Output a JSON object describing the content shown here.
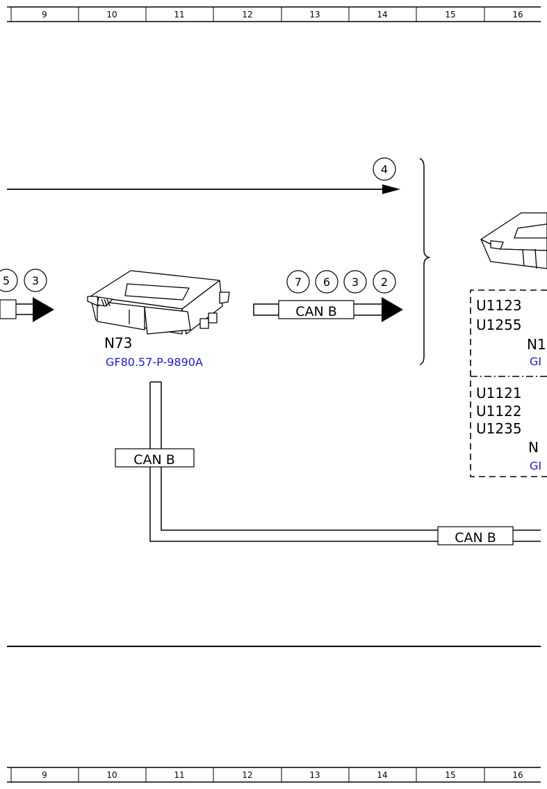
{
  "ruler": {
    "labels": [
      "9",
      "10",
      "11",
      "12",
      "13",
      "14",
      "15",
      "16"
    ]
  },
  "diagram": {
    "top_arrow_badge": "4",
    "left_badges": [
      "5",
      "3"
    ],
    "module_n73": {
      "name": "N73",
      "reference": "GF80.57-P-9890A"
    },
    "right_badges": [
      "7",
      "6",
      "3",
      "2"
    ],
    "can_label_horizontal": "CAN B",
    "can_label_vertical": "CAN B",
    "can_label_bottom": "CAN B",
    "fault_codes_top": [
      "U1123",
      "U1255"
    ],
    "fault_codes_bottom": [
      "U1121",
      "U1122",
      "U1235"
    ],
    "cut_label_1": "N1",
    "cut_ref_1": "GI",
    "cut_label_2": "N",
    "cut_ref_2": "GI"
  },
  "colors": {
    "link": "#1a1adc",
    "line": "#000000"
  }
}
